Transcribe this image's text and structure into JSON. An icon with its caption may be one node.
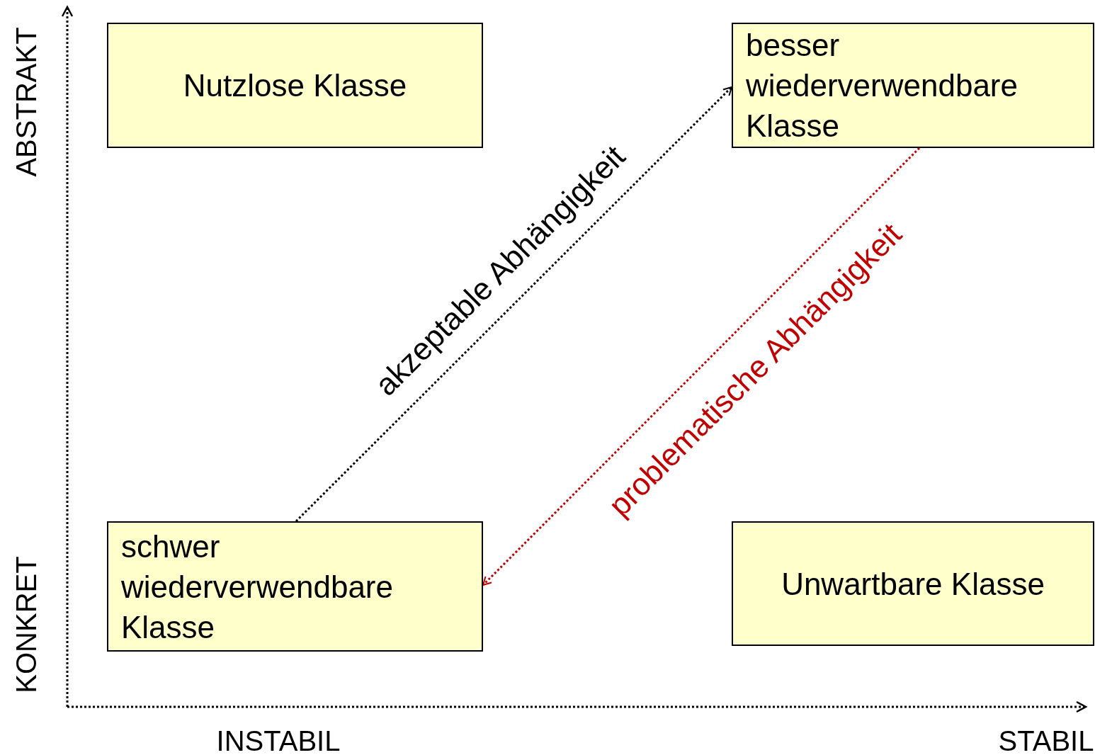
{
  "diagram": {
    "nodes": [
      {
        "text": [
          "Nutzlose Klasse"
        ]
      },
      {
        "text": [
          "besser wiederverwendbare Klasse"
        ]
      },
      {
        "text": [
          "schwer wiederverwendbare Klasse"
        ]
      },
      {
        "text": [
          "Unwartbare Klasse"
        ]
      }
    ],
    "edges": [
      {
        "from": 2,
        "to": 1,
        "arrow": "to",
        "style": "dashed",
        "label": "akzeptable Abhängigkeit"
      },
      {
        "from": 1,
        "to": 2,
        "arrow": "to",
        "style": "dashed",
        "color": "#c00000",
        "label": "problematische Abhängigkeit"
      }
    ],
    "labels": [
      "ABSTRAKT",
      "KONKRET",
      "INSTABIL",
      "STABIL"
    ]
  }
}
